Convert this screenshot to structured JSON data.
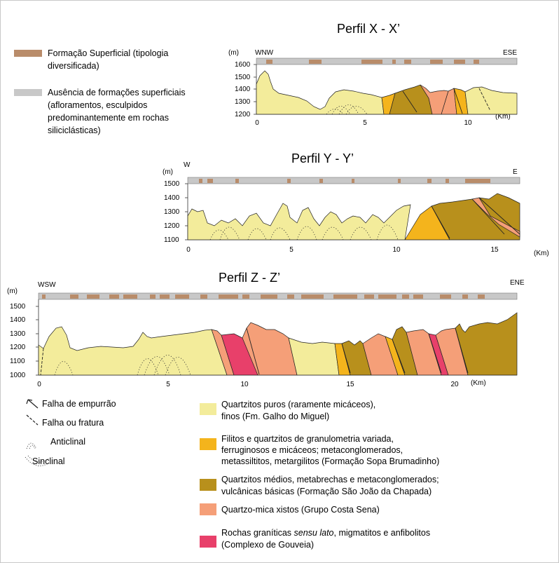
{
  "colors": {
    "quartzitos_puros": "#f3ec9b",
    "filitos": "#f4b41c",
    "quartzitos_medios": "#b8901c",
    "xistos": "#f59f78",
    "granitos": "#e8406a",
    "formacao_superficial": "#b98c6a",
    "ausencia": "#c8c8c8"
  },
  "top_legend": {
    "superficial": [
      "Formação Superficial (tipologia",
      "diversificada)"
    ],
    "ausencia": [
      "Ausência de formações superficiais",
      "(afloramentos, esculpidos",
      "predominantemente em rochas",
      "siliciclásticas)"
    ]
  },
  "profiles": {
    "x": {
      "title": "Perfil X - X’",
      "left_dir": "WNW",
      "right_dir": "ESE",
      "unit_m": "(m)",
      "unit_km": "(Km)",
      "y_ticks": [
        "1600",
        "1500",
        "1400",
        "1300",
        "1200"
      ],
      "x_ticks": [
        "0",
        "5",
        "10"
      ]
    },
    "y": {
      "title": "Perfil Y - Y’",
      "left_dir": "W",
      "right_dir": "E",
      "unit_m": "(m)",
      "unit_km": "(Km)",
      "y_ticks": [
        "1500",
        "1400",
        "1300",
        "1200",
        "1100"
      ],
      "x_ticks": [
        "0",
        "5",
        "10",
        "15"
      ]
    },
    "z": {
      "title": "Perfil Z - Z’",
      "left_dir": "WSW",
      "right_dir": "ENE",
      "unit_m": "(m)",
      "unit_km": "(Km)",
      "y_ticks": [
        "1500",
        "1400",
        "1300",
        "1200",
        "1100",
        "1000"
      ],
      "x_ticks": [
        "0",
        "5",
        "10",
        "15",
        "20"
      ]
    }
  },
  "symbol_legend": {
    "falha_empurrao": "Falha de empurrão",
    "falha_fratura": "Falha ou fratura",
    "anticlinal": "Anticlinal",
    "sinclinal": "Sinclinal"
  },
  "unit_legend": {
    "quartzitos_puros": [
      "Quartzitos puros (raramente micáceos),",
      "finos (Fm. Galho do Miguel)"
    ],
    "filitos": [
      "Filitos e quartzitos de granulometria variada,",
      "ferruginosos e micáceos; metaconglomerados,",
      "metassiltitos, metargilitos (Formação Sopa Brumadinho)"
    ],
    "quartzitos_medios": [
      "Quartzitos médios, metabrechas e metaconglomerados;",
      "vulcânicas básicas (Formação São João da Chapada)"
    ],
    "xistos": [
      "Quartzo-mica xistos (Grupo Costa Sena)"
    ],
    "granitos_prefix": "Rochas graníticas ",
    "granitos_italic": "sensu lato",
    "granitos_suffix": ", migmatitos e anfibolitos",
    "granitos_line2": "(Complexo de Gouveia)"
  }
}
